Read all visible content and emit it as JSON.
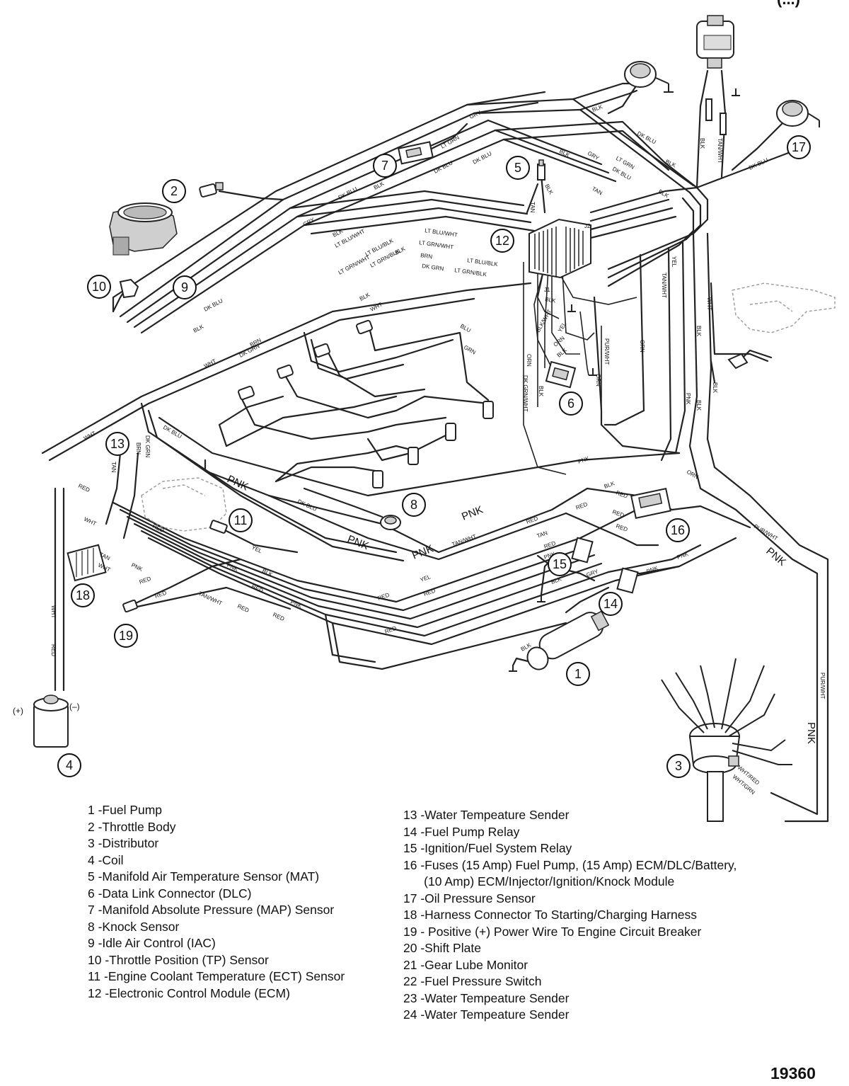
{
  "corner_mark": "(...)",
  "figure_number": "19360",
  "callouts": [
    "1",
    "2",
    "3",
    "4",
    "5",
    "6",
    "7",
    "8",
    "9",
    "10",
    "11",
    "12",
    "13",
    "14",
    "15",
    "16",
    "17",
    "18",
    "19"
  ],
  "coil_terminals": {
    "positive": "(+)",
    "negative": "(–)"
  },
  "ecm_connectors": {
    "j1": "J1",
    "j2": "J2"
  },
  "wire_labels": {
    "blk": "BLK",
    "gry": "GRY",
    "dk_blu": "DK BLU",
    "lt_grn": "LT GRN",
    "tan": "TAN",
    "lt_blu_wht": "LT BLU/WHT",
    "lt_grn_wht": "LT GRN/WHT",
    "lt_grn_blk": "LT GRN/BLK",
    "lt_blu_blk": "LT BLU/BLK",
    "brn": "BRN",
    "dk_grn": "DK GRN",
    "wht": "WHT",
    "blu": "BLU",
    "grn": "GRN",
    "orn": "ORN",
    "pur_wht": "PUR/WHT",
    "yel": "YEL",
    "tan_wht": "TAN/WHT",
    "blk_wht": "BLK/WHT",
    "dk_grn_wht": "DK GRN/WHT",
    "red": "RED",
    "pnk": "PNK",
    "wht_red": "WHT/RED",
    "wht_grn": "WHT/GRN"
  },
  "legend": {
    "left": [
      "1 -Fuel Pump",
      "2 -Throttle Body",
      "3 -Distributor",
      "4 -Coil",
      "5 -Manifold Air Temperature Sensor (MAT)",
      "6 -Data Link Connector (DLC)",
      "7 -Manifold Absolute Pressure (MAP) Sensor",
      "8 -Knock Sensor",
      "9 -Idle Air Control (IAC)",
      "10 -Throttle Position (TP) Sensor",
      "11 -Engine Coolant Temperature (ECT) Sensor",
      "12 -Electronic Control Module (ECM)"
    ],
    "right": [
      "13 -Water Tempeature Sender",
      "14 -Fuel Pump Relay",
      "15 -Ignition/Fuel System Relay",
      "16 -Fuses (15 Amp) Fuel Pump, (15 Amp) ECM/DLC/Battery,",
      "      (10 Amp) ECM/Injector/Ignition/Knock Module",
      "17 -Oil Pressure Sensor",
      "18 -Harness Connector To Starting/Charging Harness",
      "19 - Positive (+) Power Wire To Engine Circuit Breaker",
      "20 -Shift Plate",
      "21 -Gear Lube Monitor",
      "22 -Fuel Pressure Switch",
      "23 -Water Tempeature Sender",
      "24 -Water Tempeature Sender"
    ]
  }
}
